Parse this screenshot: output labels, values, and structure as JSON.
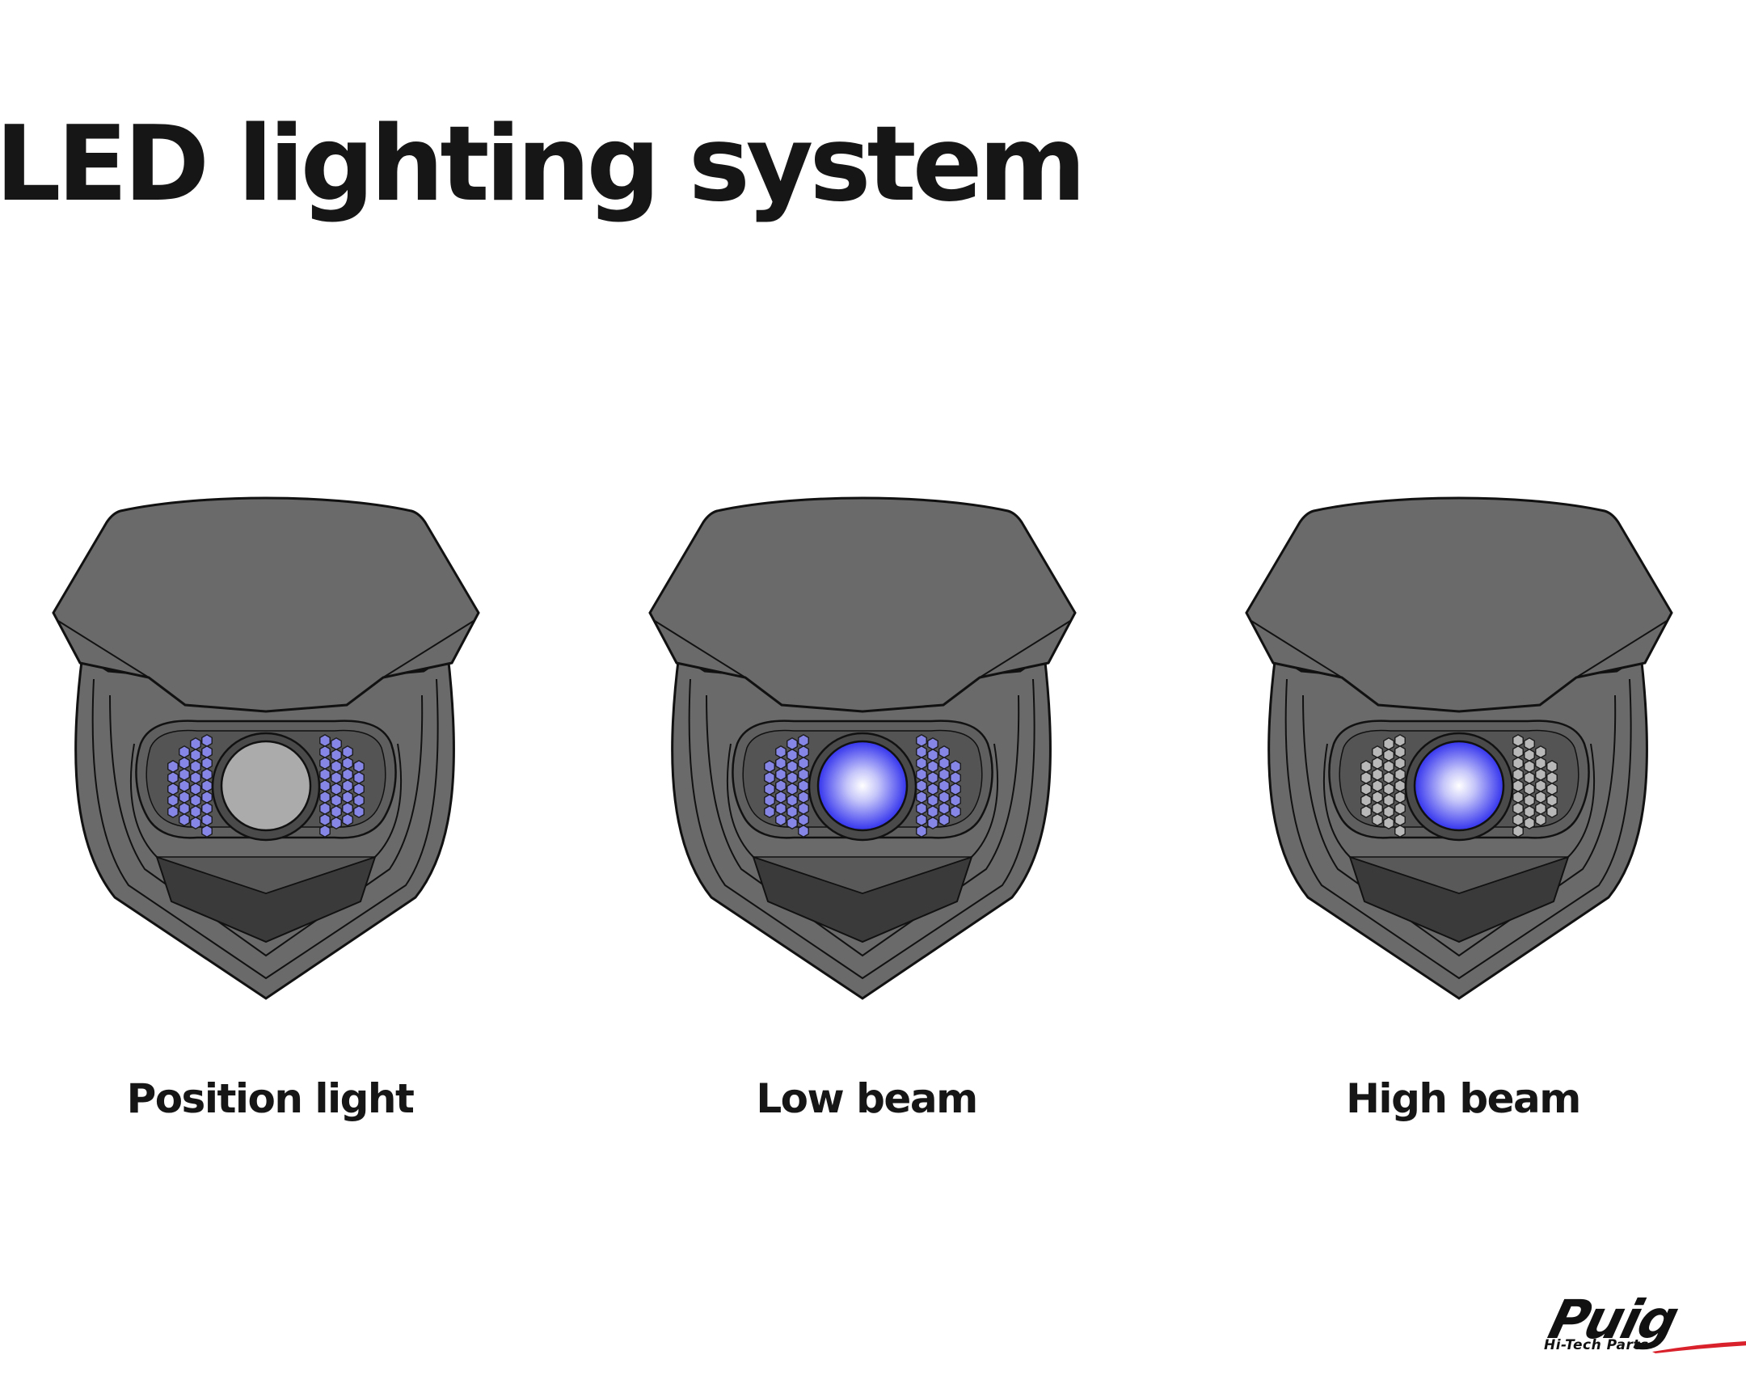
{
  "title": "LED lighting system",
  "modes": [
    {
      "label": "Position light",
      "led_strips_lit": true,
      "center_lens_lit": false
    },
    {
      "label": "Low beam",
      "led_strips_lit": true,
      "center_lens_lit": true
    },
    {
      "label": "High beam",
      "led_strips_lit": false,
      "center_lens_lit": true
    }
  ],
  "logo": {
    "wordmark": "Puig",
    "tagline": "Hi-Tech Parts"
  },
  "colors": {
    "housing": "#6a6a6a",
    "housing_dark": "#3a3a3a",
    "led_lit": "#8686e6",
    "led_off": "#b8b8b8",
    "lens_off": "#ababab",
    "lens_glow_center": "#ffffff",
    "lens_glow_edge": "#3434ee",
    "logo_accent": "#d9212b"
  }
}
